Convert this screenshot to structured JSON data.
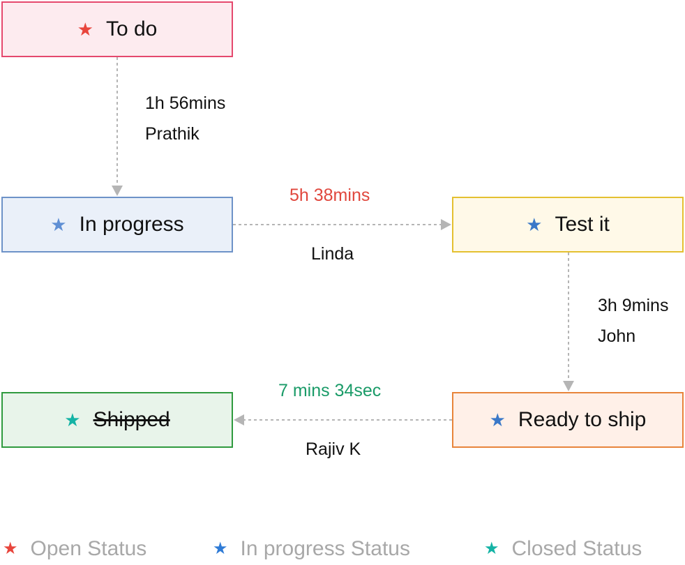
{
  "nodes": {
    "todo": {
      "label": "To do",
      "star_color": "#e8453c"
    },
    "inprogress": {
      "label": "In progress",
      "star_color": "#5f8fd4"
    },
    "testit": {
      "label": "Test it",
      "star_color": "#3a78c8"
    },
    "ready": {
      "label": "Ready to ship",
      "star_color": "#3a78c8"
    },
    "shipped": {
      "label": "Shipped",
      "star_color": "#14b3a5"
    }
  },
  "transitions": {
    "todo_to_inprogress": {
      "duration": "1h 56mins",
      "assignee": "Prathik",
      "duration_color": "#111111"
    },
    "inprogress_to_testit": {
      "duration": "5h 38mins",
      "assignee": "Linda",
      "duration_color": "#e0473d"
    },
    "testit_to_ready": {
      "duration": "3h 9mins",
      "assignee": "John",
      "duration_color": "#111111"
    },
    "ready_to_shipped": {
      "duration": "7 mins 34sec",
      "assignee": "Rajiv K",
      "duration_color": "#1a9b68"
    }
  },
  "legend": {
    "open": {
      "label": "Open Status",
      "star_color": "#e8453c"
    },
    "inprogress": {
      "label": "In progress Status",
      "star_color": "#2f7bd6"
    },
    "closed": {
      "label": "Closed Status",
      "star_color": "#14b3a5"
    }
  },
  "colors": {
    "connector": "#b5b5b5"
  }
}
